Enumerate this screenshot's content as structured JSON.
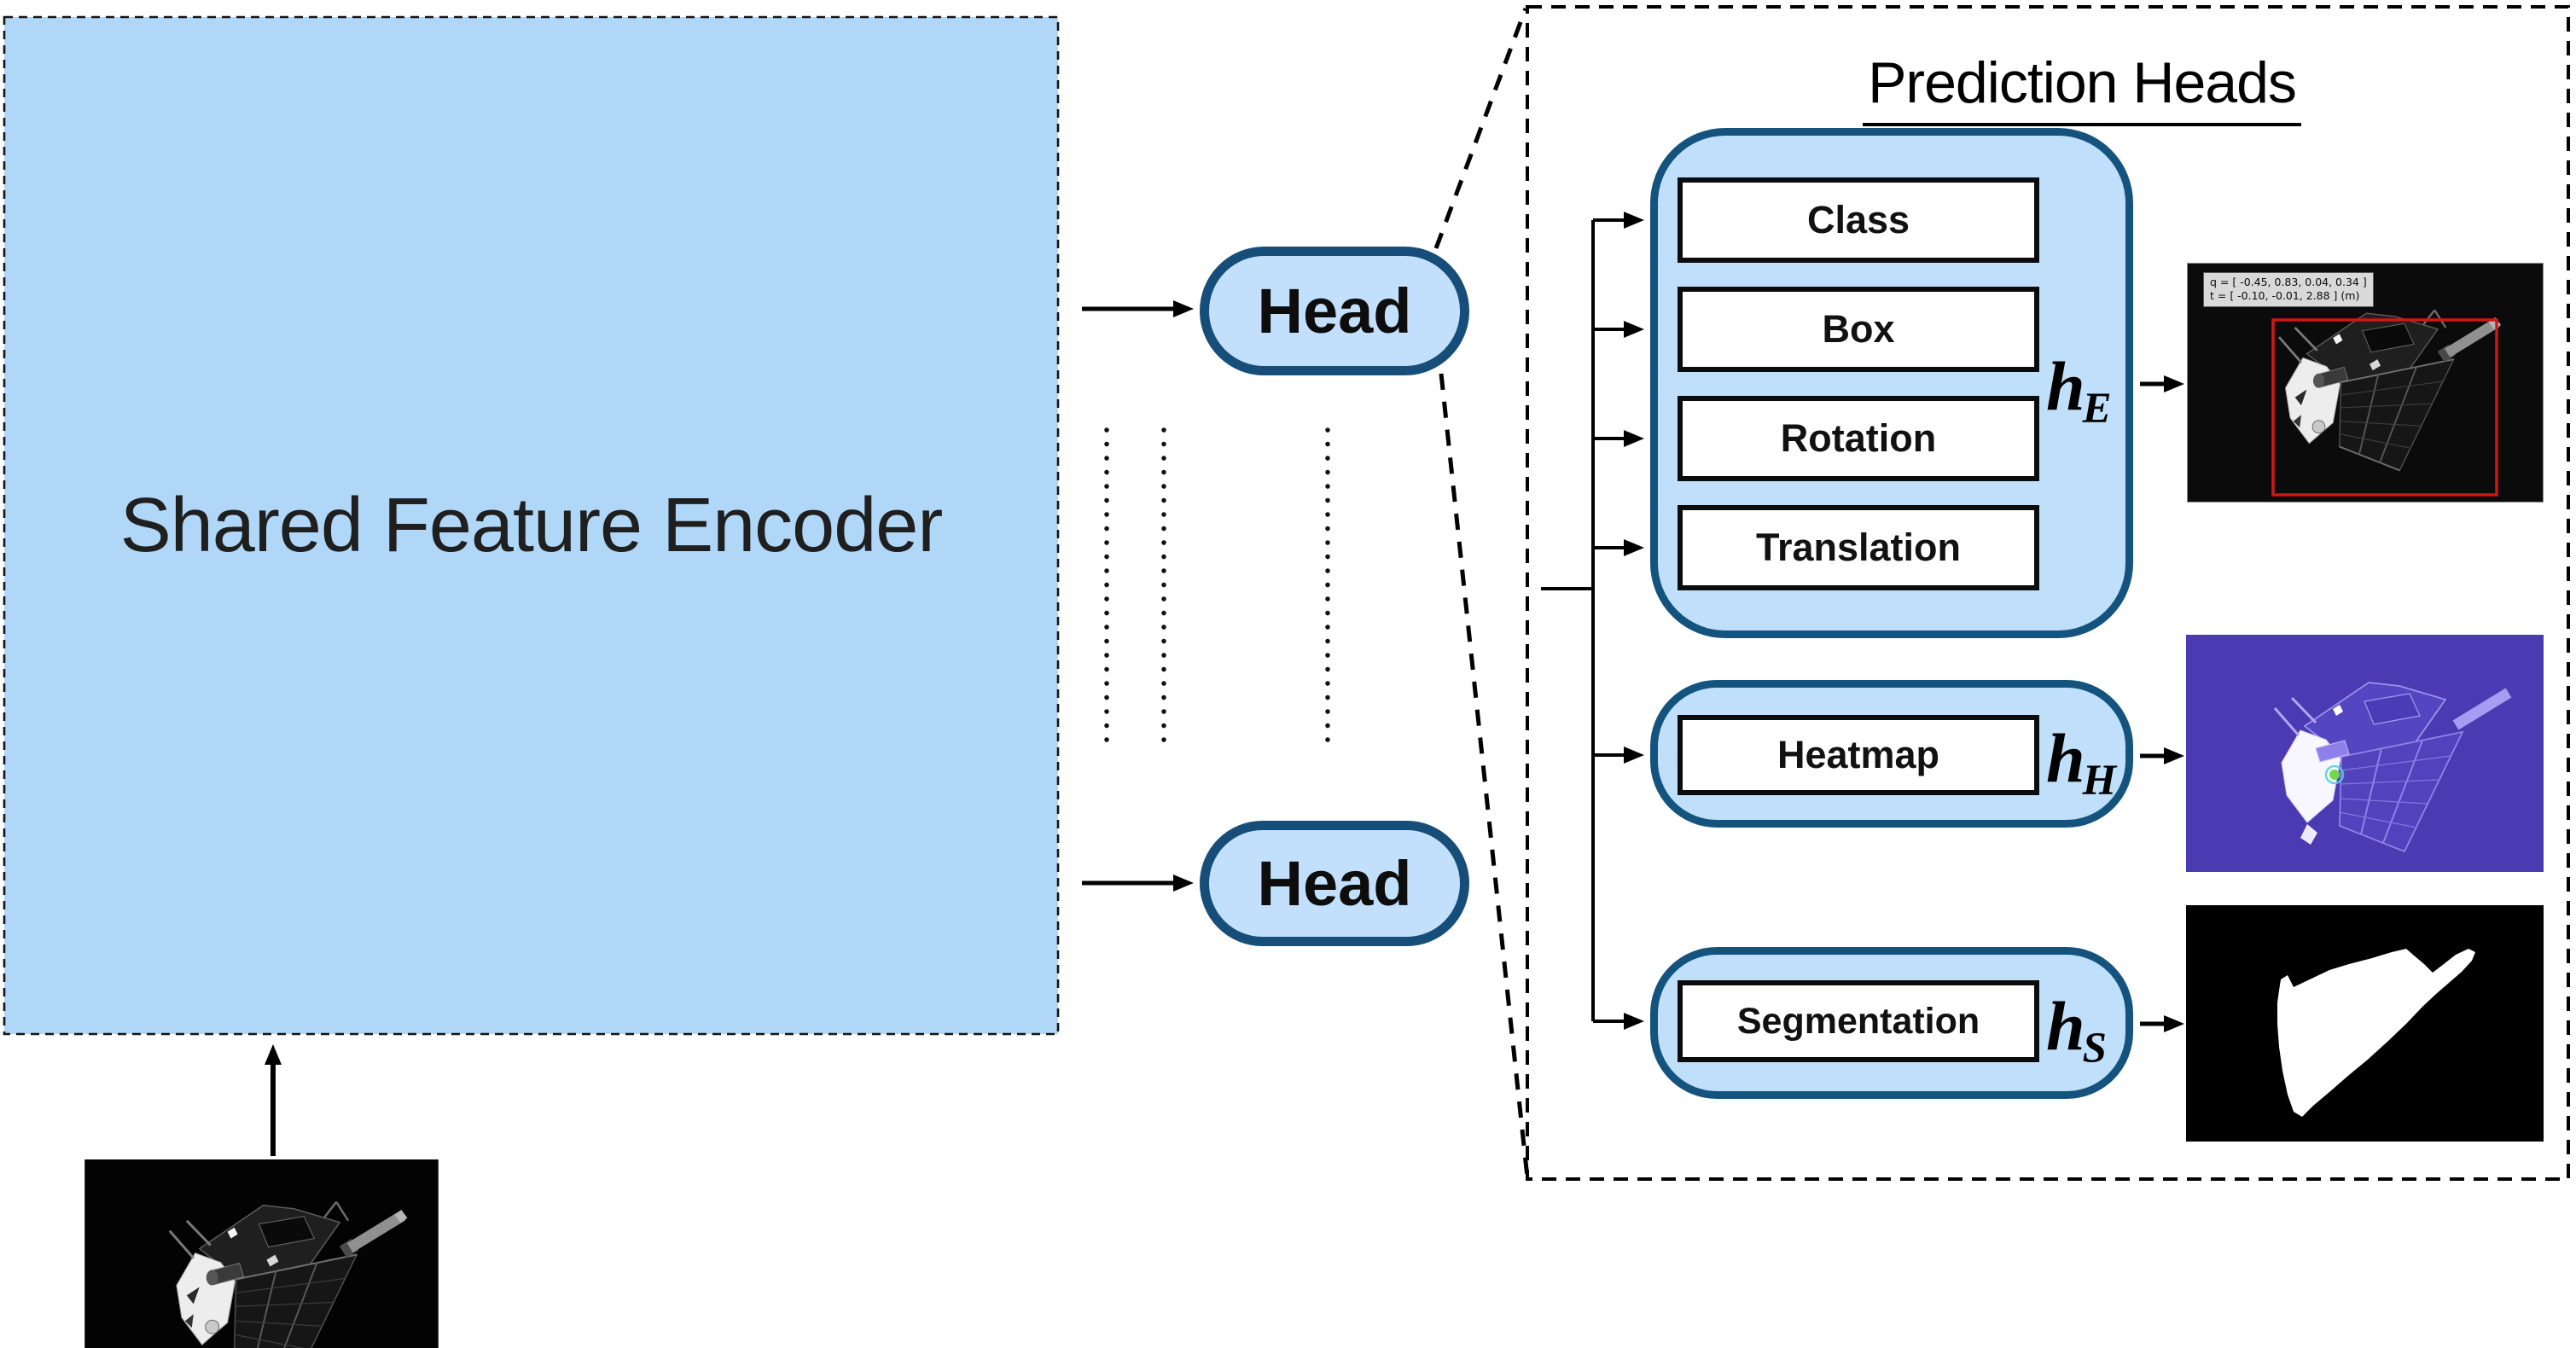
{
  "diagram": {
    "encoder": {
      "label": "Shared Feature Encoder"
    },
    "heads": [
      {
        "label": "Head"
      },
      {
        "label": "Head"
      }
    ],
    "panel": {
      "title": "Prediction Heads",
      "groups": [
        {
          "id": "estimation",
          "boxes": [
            "Class",
            "Box",
            "Rotation",
            "Translation"
          ],
          "symbol": {
            "base": "h",
            "sub": "E"
          }
        },
        {
          "id": "heatmap",
          "boxes": [
            "Heatmap"
          ],
          "symbol": {
            "base": "h",
            "sub": "H"
          }
        },
        {
          "id": "segmentation",
          "boxes": [
            "Segmentation"
          ],
          "symbol": {
            "base": "h",
            "sub": "S"
          }
        }
      ],
      "pose_overlay": {
        "line1": "q = [ -0.45, 0.83, 0.04, 0.34 ]",
        "line2": "t = [ -0.10, -0.01, 2.88 ] (m)"
      }
    },
    "colors": {
      "encoder_fill": "#b0d7f7",
      "node_fill": "#c2e0fb",
      "node_border": "#174e79",
      "group_fill": "#bfdffa",
      "group_border": "#14537e",
      "heatmap_background": "#4b3ab2",
      "bounding_box_red": "#cf1717",
      "line_black": "#000000"
    }
  }
}
